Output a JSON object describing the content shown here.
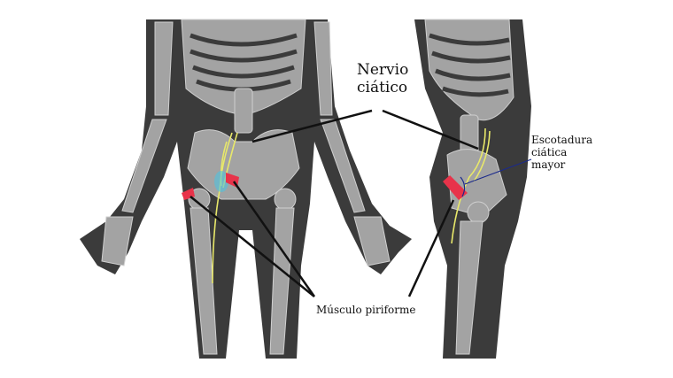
{
  "labels": {
    "nervio_line1": "Nervio",
    "nervio_line2": "ciático",
    "escotadura_line1": "Escotadura",
    "escotadura_line2": "ciática",
    "escotadura_line3": "mayor",
    "piriforme": "Músculo piriforme"
  },
  "colors": {
    "body": "#3b3b3b",
    "bone": "#a3a3a3",
    "nerve": "#e8e86a",
    "muscle": "#e8334a",
    "pointer": "#111111",
    "notch_pointer": "#1b2a8c"
  }
}
